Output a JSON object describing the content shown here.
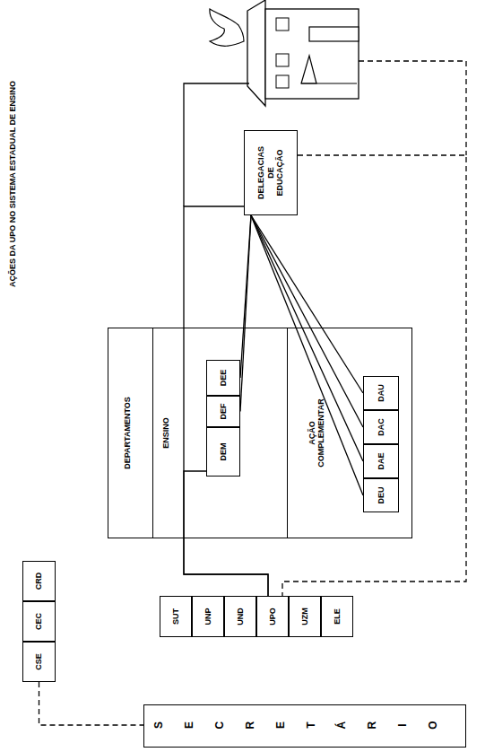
{
  "diagram": {
    "title": "AÇÕES DA UPO NO SISTEMA ESTADUAL DE ENSINO",
    "nodes": [
      {
        "text": [
          "SECRETÁRIO"
        ]
      },
      {
        "text": [
          "CSE"
        ]
      },
      {
        "text": [
          "CEC"
        ]
      },
      {
        "text": [
          "CRD"
        ]
      },
      {
        "text": [
          "SUT"
        ]
      },
      {
        "text": [
          "UNP"
        ]
      },
      {
        "text": [
          "UND"
        ]
      },
      {
        "text": [
          "UPO"
        ]
      },
      {
        "text": [
          "UZM"
        ]
      },
      {
        "text": [
          "ELE"
        ]
      },
      {
        "text": [
          "DEPARTAMENTOS"
        ]
      },
      {
        "text": [
          "ENSINO"
        ],
        "in": 10
      },
      {
        "text": [
          "DEM"
        ],
        "in": 11
      },
      {
        "text": [
          "DEF"
        ],
        "in": 11
      },
      {
        "text": [
          "DEE"
        ],
        "in": 11
      },
      {
        "text": [
          "AÇÃO COMPLEMENTAR"
        ],
        "in": 10
      },
      {
        "text": [
          "DEU"
        ],
        "in": 15
      },
      {
        "text": [
          "DAE"
        ],
        "in": 15
      },
      {
        "text": [
          "DAC"
        ],
        "in": 15
      },
      {
        "text": [
          "DAU"
        ],
        "in": 15
      },
      {
        "text": [
          "DELEGACIAS DE EDUCAÇÃO"
        ]
      }
    ],
    "edges": [
      {
        "from": 7,
        "to": 20,
        "arrow": "none"
      },
      {
        "from": 7,
        "to": 12,
        "arrow": "none"
      },
      {
        "from": 20,
        "to": 13,
        "arrow": "none"
      },
      {
        "from": 20,
        "to": 14,
        "arrow": "none"
      },
      {
        "from": 20,
        "to": 16,
        "arrow": "none"
      },
      {
        "from": 20,
        "to": 17,
        "arrow": "none"
      },
      {
        "from": 20,
        "to": 18,
        "arrow": "none"
      },
      {
        "from": 20,
        "to": 19,
        "arrow": "none"
      },
      {
        "from": 20,
        "to": 7,
        "arrow": "none"
      },
      {
        "from": 1,
        "to": 0,
        "arrow": "none"
      }
    ]
  }
}
